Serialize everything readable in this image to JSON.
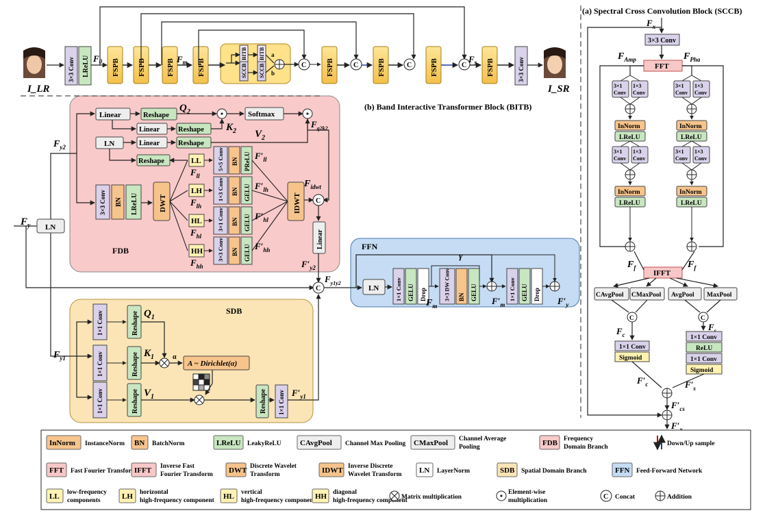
{
  "colors": {
    "conv": "#d9d2ea",
    "fspb": "#ffd966",
    "norm": "#c8e6c0",
    "bn": "#f7c48c",
    "lrelu": "#c8e6c0",
    "fft": "#f8c8c8",
    "fdb_bg": "#f9caca",
    "sdb_bg": "#fbe5b6",
    "ffn_bg": "#c5dcf4",
    "sccb_bg": "#ffe28a",
    "gray": "#eeeeee",
    "ll": "#fff2b3",
    "dwt": "#f6c38a"
  },
  "main": {
    "input_label": "I_LR",
    "output_label": "I_SR",
    "conv": "3×3 Conv",
    "lrelu": "LReLU",
    "f0": "F",
    "f0_sub": "0",
    "fspb": "FSPB",
    "fm": "F",
    "fm_sub": "m",
    "fs": "F",
    "fs_sub": "s",
    "sccb": "SCCB",
    "bitb": "BITB",
    "a": "a",
    "b": "b",
    "c": "C"
  },
  "bitb": {
    "title": "(b) Band Interactive Transformer Block (BITB)",
    "fy": "F",
    "fy_sub": "y",
    "ln": "LN",
    "fy1": "F",
    "fy1_sub": "y1",
    "fy2": "F",
    "fy2_sub": "y2",
    "fy1y2": "F",
    "fy1y2_sub": "y1y2"
  },
  "fdb": {
    "title": "FDB",
    "linear": "Linear",
    "reshape": "Reshape",
    "softmax": "Softmax",
    "ln": "LN",
    "q2": "Q",
    "q2_sub": "2",
    "k2": "K",
    "k2_sub": "2",
    "v2": "V",
    "v2_sub": "2",
    "fq2k2": "F",
    "fq2k2_sub": "q2k2",
    "conv": "3×3 Conv",
    "bn": "BN",
    "lrelu": "LReLU",
    "dwt": "DWT",
    "idwt": "IDWT",
    "bands": [
      {
        "name": "LL",
        "f": "F",
        "f_sub": "ll",
        "conv": "5×5 Conv",
        "bn": "BN",
        "act": "PReLU",
        "out": "F′",
        "out_sub": "ll"
      },
      {
        "name": "LH",
        "f": "F",
        "f_sub": "lh",
        "conv": "1×3 Conv",
        "bn": "BN",
        "act": "GELU",
        "out": "F′",
        "out_sub": "lh"
      },
      {
        "name": "HL",
        "f": "F",
        "f_sub": "hl",
        "conv": "3×1 Conv",
        "bn": "BN",
        "act": "GELU",
        "out": "F′",
        "out_sub": "hl"
      },
      {
        "name": "HH",
        "f": "F",
        "f_sub": "hh",
        "conv": "3×3 Conv",
        "bn": "BN",
        "act": "GELU",
        "out": "F′",
        "out_sub": "hh"
      }
    ],
    "fidwt": "F",
    "fidwt_sub": "idwt",
    "fy2p": "F′",
    "fy2p_sub": "y2"
  },
  "sdb": {
    "title": "SDB",
    "conv": "1×1 Conv",
    "reshape": "Reshape",
    "q1": "Q",
    "q1_sub": "1",
    "k1": "K",
    "k1_sub": "1",
    "v1": "V",
    "v1_sub": "1",
    "alpha": "α",
    "dirichlet": "A ~ Dirichlet(α)",
    "fy1p": "F′",
    "fy1p_sub": "y1"
  },
  "ffn": {
    "title": "FFN",
    "ln": "LN",
    "conv1": "1×1 Conv",
    "gelu": "GELU",
    "drop": "Drop",
    "dwconv": "3×3 DW Conv",
    "bn": "BN",
    "gamma": "γ",
    "fm": "F",
    "fm_sub": "m",
    "fmp": "F′",
    "fmp_sub": "m",
    "fyp": "F′",
    "fyp_sub": "y"
  },
  "sccb": {
    "title": "(a) Spectral Cross Convolution Block (SCCB)",
    "fx": "F",
    "fx_sub": "x",
    "conv33": "3×3 Conv",
    "famp": "F",
    "famp_sub": "Amp",
    "fpha": "F",
    "fpha_sub": "Pha",
    "fft": "FFT",
    "ifft": "IFFT",
    "c31": "3×1 Conv",
    "c13": "1×3 Conv",
    "innorm": "InNorm",
    "lrelu": "LReLU",
    "ff": "F",
    "ff_sub": "f",
    "cavg": "CAvgPool",
    "cmax": "CMaxPool",
    "avg": "AvgPool",
    "max": "MaxPool",
    "fc": "F",
    "fc_sub": "c",
    "fs": "F",
    "fs_sub": "s",
    "conv11": "1×1 Conv",
    "sigmoid": "Sigmoid",
    "relu": "ReLU",
    "fcp": "F′",
    "fcp_sub": "c",
    "fsp": "F′",
    "fsp_sub": "s",
    "fcsp": "F′",
    "fcsp_sub": "cs",
    "fxp": "F′",
    "fxp_sub": "x"
  },
  "legend": [
    {
      "key": "InNorm",
      "text": "InstanceNorm"
    },
    {
      "key": "BN",
      "text": "BatchNorm"
    },
    {
      "key": "LReLU",
      "text": "LeakyReLU"
    },
    {
      "key": "CAvgPool",
      "text": "Channel Max Pooling"
    },
    {
      "key": "CMaxPool",
      "text": "Channel Average Pooling"
    },
    {
      "key": "FDB",
      "text": "Frequency Domain Branch"
    },
    {
      "key": "",
      "text": "Down/Up sample"
    },
    {
      "key": "FFT",
      "text": "Fast Fourier Transform"
    },
    {
      "key": "IFFT",
      "text": "Inverse Fast Fourier Transform"
    },
    {
      "key": "DWT",
      "text": "Discrete Wavelet Transform"
    },
    {
      "key": "IDWT",
      "text": "Inverse Discrete Wavelet Transform"
    },
    {
      "key": "LN",
      "text": "LayerNorm"
    },
    {
      "key": "SDB",
      "text": "Spatial Domain Branch"
    },
    {
      "key": "FFN",
      "text": "Feed-Forward Network"
    },
    {
      "key": "LL",
      "text": "low-frequency components"
    },
    {
      "key": "LH",
      "text": "horizontal high-frequency component"
    },
    {
      "key": "HL",
      "text": "vertical high-frequency component"
    },
    {
      "key": "HH",
      "text": "diagonal high-frequency component"
    },
    {
      "key": "",
      "text": "Matrix multiplication"
    },
    {
      "key": "",
      "text": "Element-wise multiplication"
    },
    {
      "key": "C",
      "text": "Concat"
    },
    {
      "key": "",
      "text": "Addition"
    }
  ]
}
